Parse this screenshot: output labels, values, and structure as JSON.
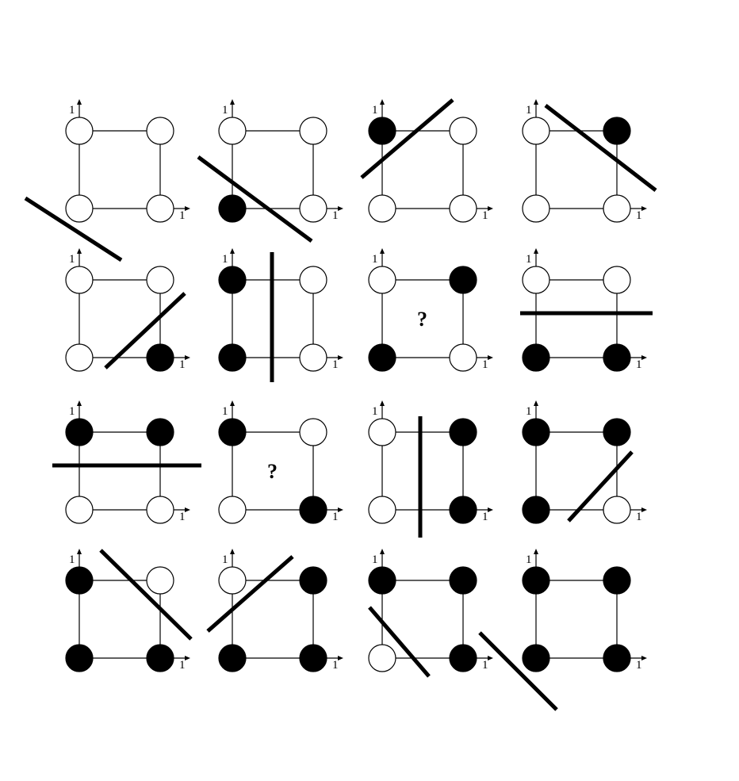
{
  "axis_label": "1",
  "question_mark": "?",
  "colors": {
    "filled": "#000000",
    "empty": "#ffffff",
    "stroke": "#000000"
  },
  "panels": [
    {
      "nodes": {
        "tl": 0,
        "tr": 0,
        "bl": 0,
        "br": 0
      },
      "question": false
    },
    {
      "nodes": {
        "tl": 0,
        "tr": 0,
        "bl": 1,
        "br": 0
      },
      "question": false
    },
    {
      "nodes": {
        "tl": 1,
        "tr": 0,
        "bl": 0,
        "br": 0
      },
      "question": false
    },
    {
      "nodes": {
        "tl": 0,
        "tr": 1,
        "bl": 0,
        "br": 0
      },
      "question": false
    },
    {
      "nodes": {
        "tl": 0,
        "tr": 0,
        "bl": 0,
        "br": 1
      },
      "question": false
    },
    {
      "nodes": {
        "tl": 1,
        "tr": 0,
        "bl": 1,
        "br": 0
      },
      "question": false
    },
    {
      "nodes": {
        "tl": 0,
        "tr": 1,
        "bl": 1,
        "br": 0
      },
      "question": true
    },
    {
      "nodes": {
        "tl": 0,
        "tr": 0,
        "bl": 1,
        "br": 1
      },
      "question": false
    },
    {
      "nodes": {
        "tl": 1,
        "tr": 1,
        "bl": 0,
        "br": 0
      },
      "question": false
    },
    {
      "nodes": {
        "tl": 1,
        "tr": 0,
        "bl": 0,
        "br": 1
      },
      "question": true
    },
    {
      "nodes": {
        "tl": 0,
        "tr": 1,
        "bl": 0,
        "br": 1
      },
      "question": false
    },
    {
      "nodes": {
        "tl": 1,
        "tr": 1,
        "bl": 1,
        "br": 0
      },
      "question": false
    },
    {
      "nodes": {
        "tl": 1,
        "tr": 0,
        "bl": 1,
        "br": 1
      },
      "question": false
    },
    {
      "nodes": {
        "tl": 0,
        "tr": 1,
        "bl": 1,
        "br": 1
      },
      "question": false
    },
    {
      "nodes": {
        "tl": 1,
        "tr": 1,
        "bl": 0,
        "br": 1
      },
      "question": false
    },
    {
      "nodes": {
        "tl": 1,
        "tr": 1,
        "bl": 1,
        "br": 1
      },
      "question": false
    }
  ]
}
